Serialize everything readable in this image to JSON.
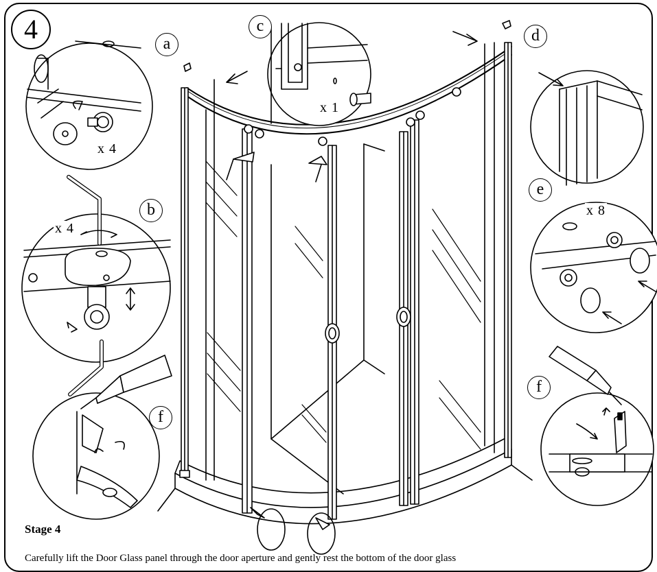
{
  "stage_number": "4",
  "detail_labels": {
    "a": "a",
    "b": "b",
    "c": "c",
    "d": "d",
    "e": "e",
    "f_left": "f",
    "f_right": "f"
  },
  "quantities": {
    "a": "x 4",
    "b": "x 4",
    "c": "x 1",
    "e": "x 8"
  },
  "caption": {
    "heading": "Stage 4",
    "body": "Carefully lift the Door Glass panel through the door aperture and gently rest the bottom of the door glass"
  }
}
